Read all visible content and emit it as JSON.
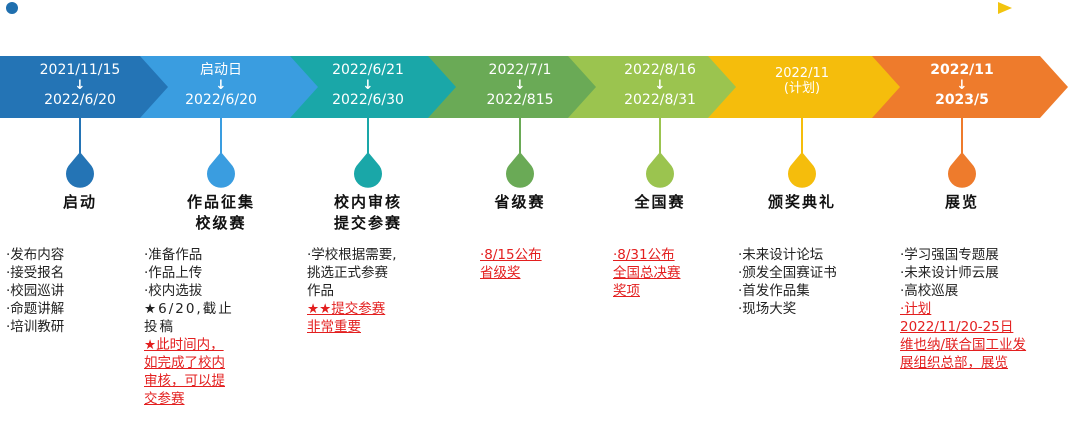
{
  "colors": {
    "line": "#2f8fd8",
    "line_end": "#f2c40f",
    "dot": "#1f6fae",
    "highlight": "#e31f1f"
  },
  "stages": [
    {
      "date_start": "2021/11/15",
      "date_end": "2022/6/20",
      "title_lines": [
        "启动"
      ],
      "color": "#2474b5",
      "items": [
        {
          "text": "·发布内容"
        },
        {
          "text": "·接受报名"
        },
        {
          "text": "·校园巡讲"
        },
        {
          "text": "·命题讲解"
        },
        {
          "text": "·培训教研"
        }
      ]
    },
    {
      "date_start": "启动日",
      "date_end": "2022/6/20",
      "title_lines": [
        "作品征集",
        "校级赛"
      ],
      "color": "#3a9de0",
      "items": [
        {
          "text": "·准备作品"
        },
        {
          "text": "·作品上传"
        },
        {
          "text": "·校内选拔"
        },
        {
          "text": "★6/20,截止"
        },
        {
          "text": "投稿"
        },
        {
          "text": "★此时间内，",
          "red": true
        },
        {
          "text": "如完成了校内",
          "red": true
        },
        {
          "text": "审核，可以提",
          "red": true
        },
        {
          "text": "交参赛",
          "red": true
        }
      ]
    },
    {
      "date_start": "2022/6/21",
      "date_end": "2022/6/30",
      "title_lines": [
        "校内审核",
        "提交参赛"
      ],
      "color": "#1aa7a8",
      "items": [
        {
          "text": "·学校根据需要,"
        },
        {
          "text": "挑选正式参赛"
        },
        {
          "text": "作品"
        },
        {
          "text": "★★提交参赛",
          "red": true
        },
        {
          "text": "非常重要",
          "red": true
        }
      ]
    },
    {
      "date_start": "2022/7/1",
      "date_end": "2022/815",
      "title_lines": [
        "省级赛"
      ],
      "color": "#6aaa56",
      "items": [
        {
          "text": "·8/15公布",
          "red": true
        },
        {
          "text": "省级奖",
          "red": true
        }
      ]
    },
    {
      "date_start": "2022/8/16",
      "date_end": "2022/8/31",
      "title_lines": [
        "全国赛"
      ],
      "color": "#9bc44f",
      "items": [
        {
          "text": "·8/31公布",
          "red": true
        },
        {
          "text": "全国总决赛",
          "red": true
        },
        {
          "text": "奖项",
          "red": true
        }
      ]
    },
    {
      "date_start": "2022/11",
      "date_end": "(计划)",
      "title_lines": [
        "颁奖典礼"
      ],
      "color": "#f5bd0c",
      "items": [
        {
          "text": "·未来设计论坛"
        },
        {
          "text": "·颁发全国赛证书"
        },
        {
          "text": "·首发作品集"
        },
        {
          "text": "·现场大奖"
        }
      ]
    },
    {
      "date_start": "2022/11",
      "date_end": "2023/5",
      "title_lines": [
        "展览"
      ],
      "color": "#ee7b2c",
      "items": [
        {
          "text": "·学习强国专题展"
        },
        {
          "text": "·未来设计师云展"
        },
        {
          "text": "·高校巡展"
        },
        {
          "text": "·计划",
          "red": true
        },
        {
          "text": "2022/11/20-25日",
          "red": true
        },
        {
          "text": "维也纳/联合国工业发",
          "red": true
        },
        {
          "text": "展组织总部，展览",
          "red": true
        }
      ]
    }
  ]
}
